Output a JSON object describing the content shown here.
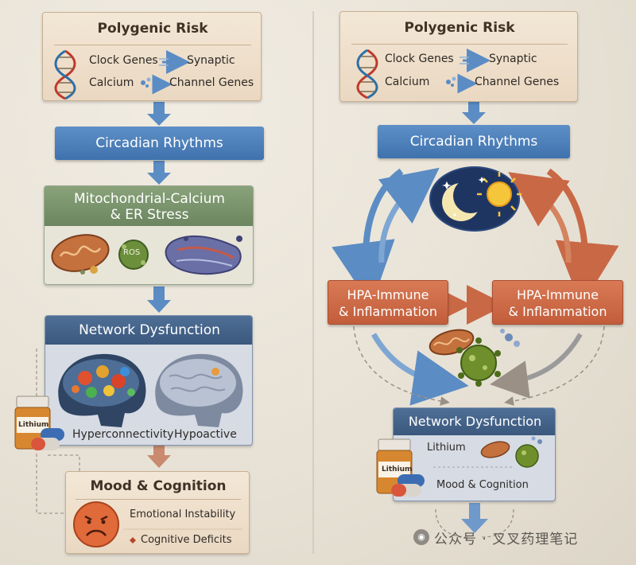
{
  "left": {
    "polygenic": {
      "title": "Polygenic Risk",
      "row1_left": "Clock Genes",
      "row1_right": "Synaptic",
      "row2_left": "Calcium",
      "row2_right": "Channel Genes"
    },
    "circadian": "Circadian Rhythms",
    "mito": {
      "line1": "Mitochondrial-Calcium",
      "line2": "& ER Stress",
      "ros": "ROS"
    },
    "network": {
      "title": "Network Dysfunction",
      "left_label": "Hyperconnectivity",
      "right_label": "Hypoactive"
    },
    "lithium": "Lithium",
    "mood": {
      "title": "Mood & Cognition",
      "item1": "Emotional Instability",
      "item2": "Cognitive Deficits"
    }
  },
  "right": {
    "polygenic": {
      "title": "Polygenic Risk",
      "row1_left": "Clock Genes",
      "row1_right": "Synaptic",
      "row2_left": "Calcium",
      "row2_right": "Channel Genes"
    },
    "circadian": "Circadian Rhythms",
    "hpa_left": {
      "line1": "HPA-Immune",
      "line2": "& Inflammation"
    },
    "hpa_right": {
      "line1": "HPA-Immune",
      "line2": "& Inflammation"
    },
    "network": {
      "title": "Network Dysfunction",
      "lithium_text": "Lithium",
      "mood_text": "Mood & Cognition"
    },
    "lithium": "Lithium"
  },
  "watermark": "公众号 · 叉叉药理笔记",
  "colors": {
    "blue": "#4a7cb8",
    "green": "#7a9370",
    "navy": "#44628a",
    "orange": "#c96845",
    "tan": "#ead8c1"
  }
}
